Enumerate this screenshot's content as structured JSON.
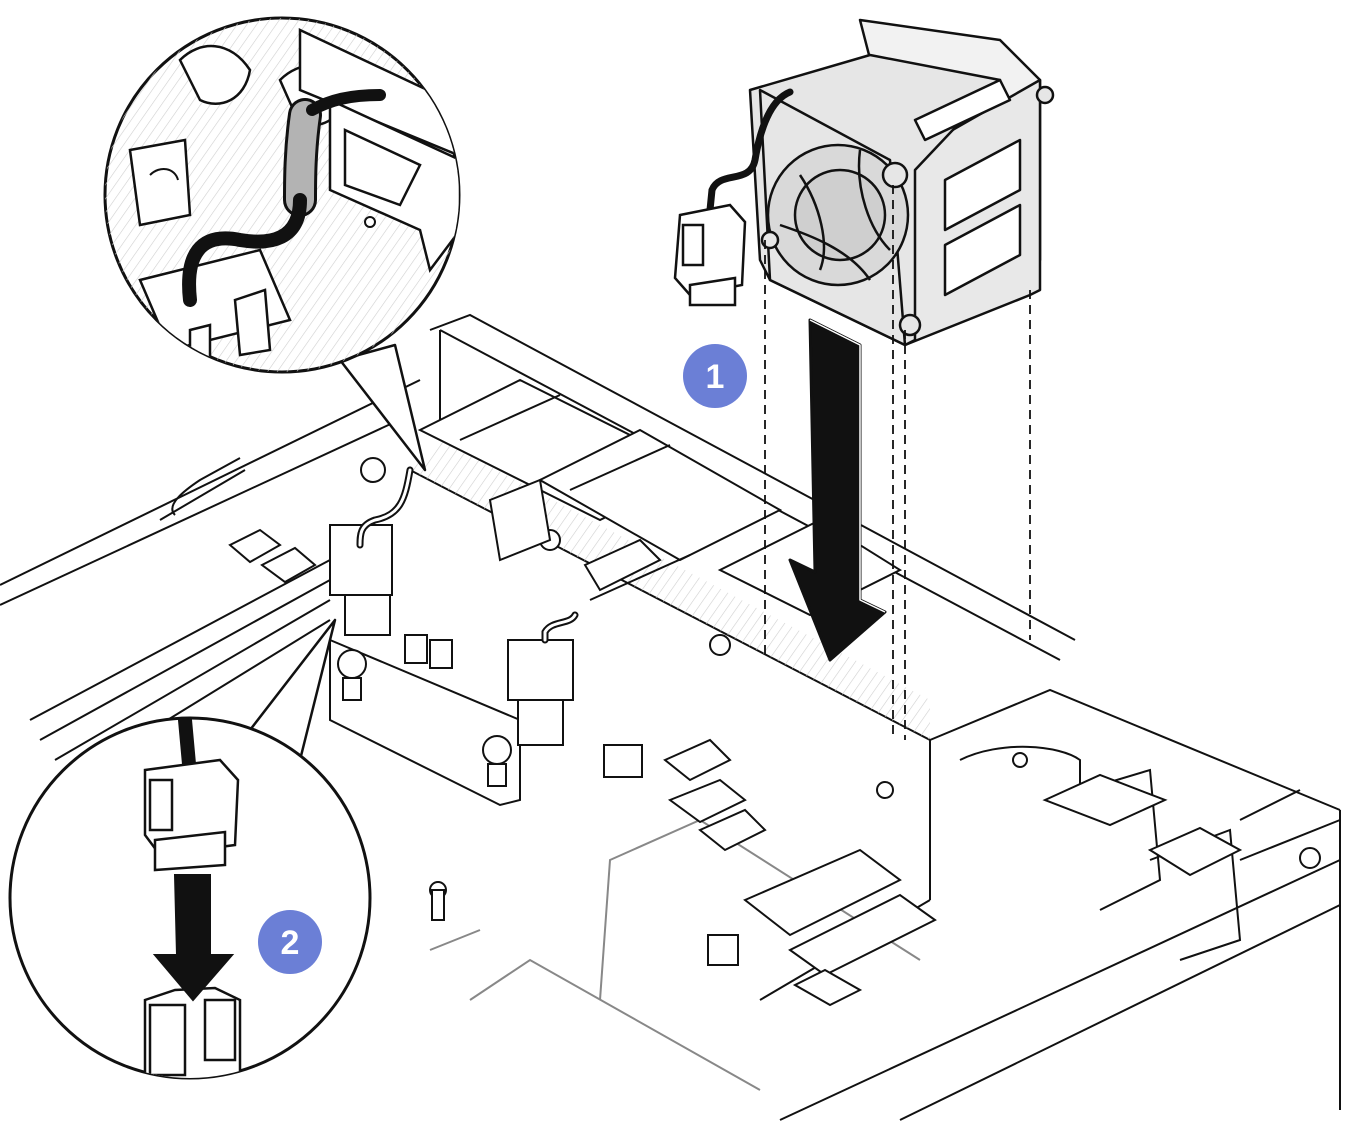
{
  "figure": {
    "description_kind": "installation-diagram",
    "subject": "fan-module-install"
  },
  "steps": [
    {
      "number": "1",
      "action": "lower-fan-into-cage"
    },
    {
      "number": "2",
      "action": "connect-fan-cable"
    }
  ],
  "colors": {
    "step_badge": "#6b7fd6",
    "line": "#111111",
    "fan_fill": "#e6e6e6",
    "hatch": "#c8c8c8",
    "cable": "#111111",
    "cable_highlight": "#b3b3b3"
  }
}
